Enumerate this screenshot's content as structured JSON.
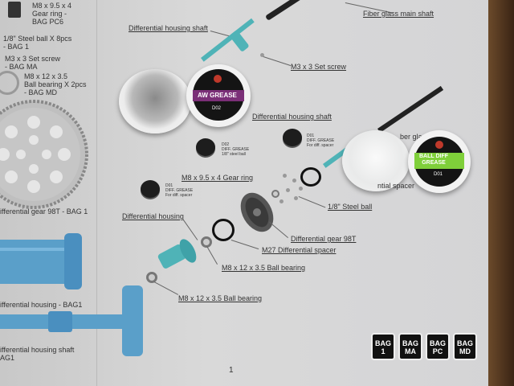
{
  "left_column": {
    "gear_ring": "M8 x 9.5 x 4\nGear ring -\nBAG PC6",
    "steel_ball": "1/8\" Steel ball X 8pcs\n- BAG 1",
    "set_screw": "M3 x 3 Set screw\n- BAG MA",
    "ball_bearing": "M8 x 12 x 3.5\nBall bearing X 2pcs\n- BAG MD",
    "diff_gear": "ifferential gear 98T - BAG 1",
    "diff_housing": "ifferential housing - BAG1",
    "housing_shaft": "ifferential housing shaft\nAG1"
  },
  "labels": {
    "fiber_shaft": "Fiber glass main shaft",
    "housing_shaft_top": "Differential housing shaft",
    "set_screw": "M3 x 3 Set screw",
    "housing_shaft_mid": "Differential housing shaft",
    "fiber_mid": "ber glass",
    "gear_ring": "M8 x 9.5 x 4 Gear ring",
    "steel_ball": "1/8\" Steel ball",
    "spacer_right": "ntial spacer",
    "diff_housing": "Differential housing",
    "diff_gear": "Differential gear 98T",
    "diff_spacer": "M27 Differential spacer",
    "bearing_1": "M8 x 12 x 3.5 Ball bearing",
    "bearing_2": "M8 x 12 x 3.5 Ball bearing"
  },
  "grease_caps": [
    {
      "code": "D01",
      "text": "D01\nDIFF. GREASE\nFor diff. spacer"
    },
    {
      "code": "D02",
      "text": "D02\nDIFF. GREASE\n1/8\" steel ball"
    },
    {
      "code": "D01",
      "text": "D01\nDIFF. GREASE\nFor diff. spacer"
    }
  ],
  "jars": {
    "aw_grease": {
      "label": "AW GREASE",
      "code": "D02",
      "color": "#7a2f77"
    },
    "ball_diff": {
      "label": "BALL DIFF\nGREASE",
      "code": "D01",
      "color": "#7fcf3a"
    }
  },
  "bags": [
    {
      "line1": "BAG",
      "line2": "1"
    },
    {
      "line1": "BAG",
      "line2": "MA"
    },
    {
      "line1": "BAG",
      "line2": "PC"
    },
    {
      "line1": "BAG",
      "line2": "MD"
    }
  ],
  "page_number": "1",
  "colors": {
    "part_blue": "#5a9fc9",
    "teal": "#4fb3b7"
  }
}
